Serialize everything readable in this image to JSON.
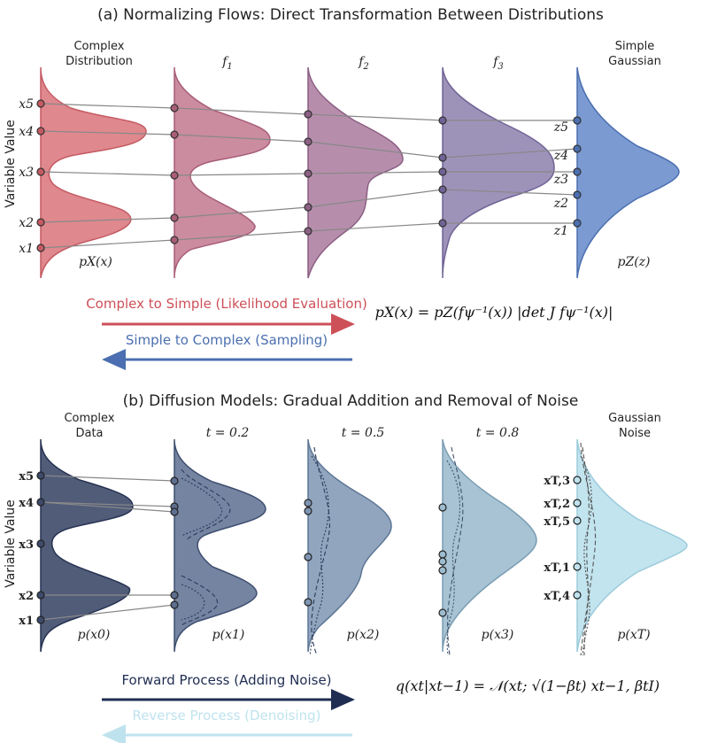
{
  "panel_a": {
    "title": "(a) Normalizing Flows: Direct Transformation Between Distributions",
    "y_axis_label": "Variable Value",
    "columns": {
      "complex_line1": "Complex",
      "complex_line2": "Distribution",
      "f1": "f",
      "f1_sub": "1",
      "f2": "f",
      "f2_sub": "2",
      "f3": "f",
      "f3_sub": "3",
      "gauss_line1": "Simple",
      "gauss_line2": "Gaussian"
    },
    "x_labels": [
      "x5",
      "x4",
      "x3",
      "x2",
      "x1"
    ],
    "z_labels": [
      "z5",
      "z4",
      "z3",
      "z2",
      "z1"
    ],
    "px_label": "pX(x)",
    "pz_label": "pZ(z)",
    "arrow_forward": "Complex to Simple (Likelihood Evaluation)",
    "arrow_backward": "Simple to Complex (Sampling)",
    "formula": "pX(x) = pZ(fψ⁻¹(x)) |det J fψ⁻¹(x)|",
    "colors": {
      "complex": "#d9737a",
      "f1": "#c2788f",
      "f2": "#a97a9e",
      "f3": "#8c80ad",
      "gauss": "#6d8fcc",
      "forward_arrow": "#cd5058",
      "backward_arrow": "#4b6fb0"
    }
  },
  "panel_b": {
    "title": "(b) Diffusion Models: Gradual Addition and Removal of Noise",
    "y_axis_label": "Variable Value",
    "columns": {
      "data_line1": "Complex",
      "data_line2": "Data",
      "t1": "t = 0.2",
      "t2": "t = 0.5",
      "t3": "t = 0.8",
      "noise_line1": "Gaussian",
      "noise_line2": "Noise"
    },
    "x_labels": [
      "x5",
      "x4",
      "x3",
      "x2",
      "x1"
    ],
    "xt_labels": [
      "xT,3",
      "xT,2",
      "xT,5",
      "xT,1",
      "xT,4"
    ],
    "density_labels": [
      "p(x0)",
      "p(x1)",
      "p(x2)",
      "p(x3)",
      "p(xT)"
    ],
    "arrow_forward": "Forward Process (Adding Noise)",
    "arrow_backward": "Reverse Process (Denoising)",
    "formula": "q(xt|xt−1) = 𝒩(xt; √(1−βt) xt−1, βtI)",
    "colors": {
      "data": "#3e4a6a",
      "t1": "#5d6e8f",
      "t2": "#7e96b3",
      "t3": "#9dbdcf",
      "noise": "#bfe3ee",
      "forward_arrow": "#1f2d52",
      "backward_arrow": "#bfe3ee"
    }
  }
}
